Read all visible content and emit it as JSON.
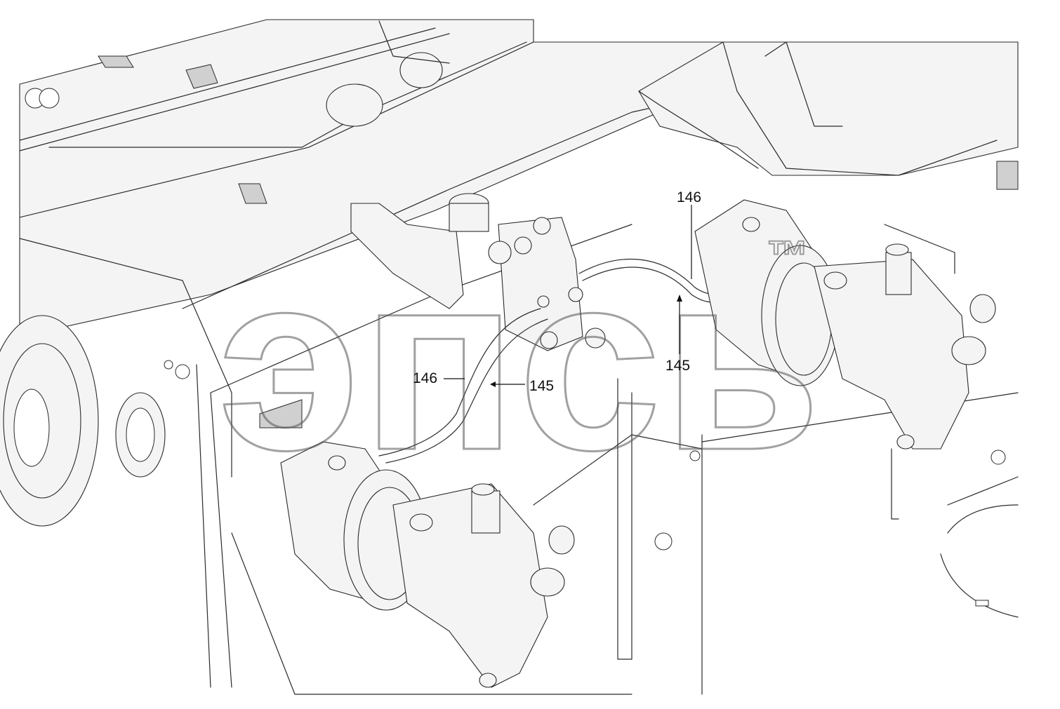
{
  "callouts": [
    {
      "id": "c146a",
      "label": "146"
    },
    {
      "id": "c145a",
      "label": "145"
    },
    {
      "id": "c146b",
      "label": "146"
    },
    {
      "id": "c145b",
      "label": "145"
    }
  ],
  "watermark": {
    "text": "эпсь",
    "tm": "™"
  },
  "colors": {
    "line": "#2a2a2a",
    "paper": "#ffffff",
    "watermark": "#555555"
  }
}
